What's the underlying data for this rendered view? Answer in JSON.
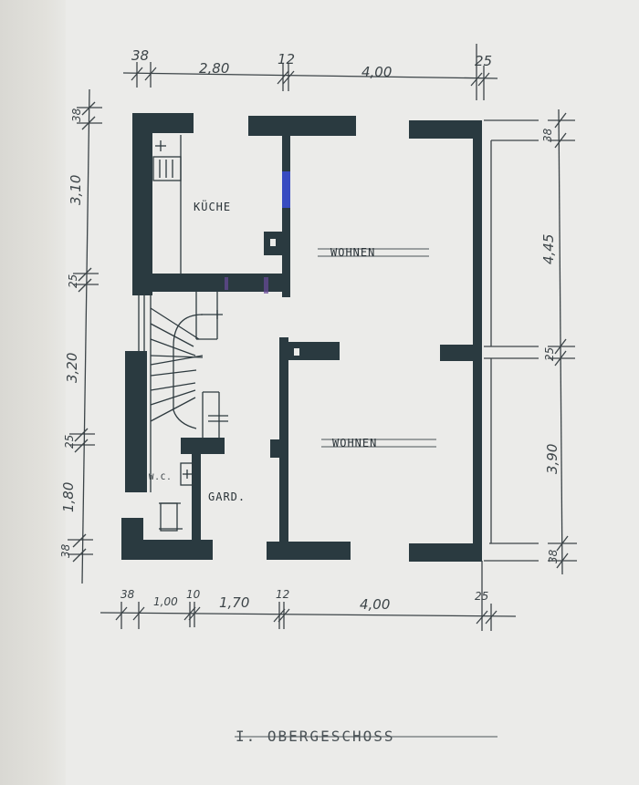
{
  "drawing": {
    "title": "I. OBERGESCHOSS",
    "colors": {
      "paper": "#ebebe9",
      "wall": "#2a3a40",
      "line": "#3c4448",
      "blue_marker": "#3b4fd8",
      "purple_marker": "#6a4a9a"
    },
    "rooms": {
      "kitchen": "KÜCHE",
      "living_top": "WOHNEN",
      "living_bottom": "WOHNEN",
      "wc": "W.C.",
      "wardrobe": "GARD."
    },
    "dimensions": {
      "top": [
        "38",
        "2,80",
        "12",
        "4,00",
        "25"
      ],
      "bottom": [
        "38",
        "1,00",
        "10",
        "1,70",
        "12",
        "4,00",
        "25"
      ],
      "left": [
        "38",
        "3,10",
        "25",
        "3,20",
        "25",
        "1,80",
        "38"
      ],
      "right": [
        "38",
        "4,45",
        "25",
        "3,90",
        "38"
      ]
    }
  }
}
